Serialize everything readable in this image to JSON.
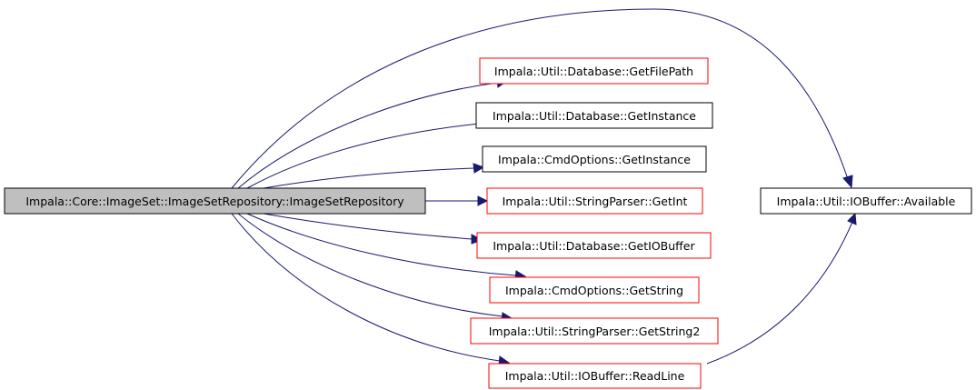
{
  "colors": {
    "edge": "#191970",
    "root_fill": "#bfbfbf",
    "border_red": "#ff0000",
    "border_black": "#000000",
    "background": "#ffffff"
  },
  "graph": {
    "root": {
      "label": "Impala::Core::ImageSet::ImageSetRepository::ImageSetRepository"
    },
    "callees": [
      {
        "label": "Impala::Util::Database::GetFilePath",
        "border": "red"
      },
      {
        "label": "Impala::Util::Database::GetInstance",
        "border": "black"
      },
      {
        "label": "Impala::CmdOptions::GetInstance",
        "border": "black"
      },
      {
        "label": "Impala::Util::StringParser::GetInt",
        "border": "red"
      },
      {
        "label": "Impala::Util::Database::GetIOBuffer",
        "border": "red"
      },
      {
        "label": "Impala::CmdOptions::GetString",
        "border": "red"
      },
      {
        "label": "Impala::Util::StringParser::GetString2",
        "border": "red"
      },
      {
        "label": "Impala::Util::IOBuffer::ReadLine",
        "border": "red"
      }
    ],
    "end_node": {
      "label": "Impala::Util::IOBuffer::Available",
      "border": "black"
    }
  }
}
